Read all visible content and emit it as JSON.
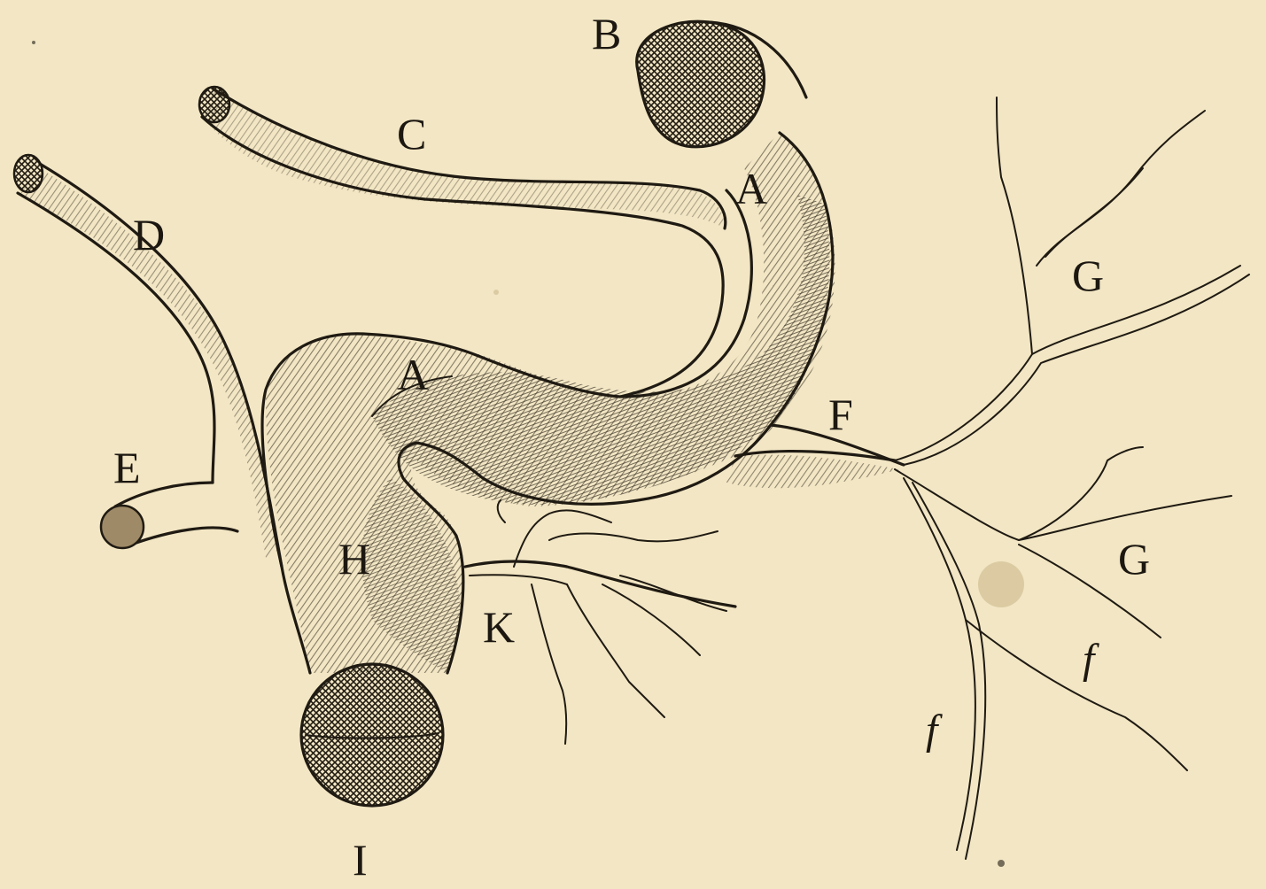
{
  "labels": {
    "A_top": "A",
    "A_mid": "A",
    "B": "B",
    "C": "C",
    "D": "D",
    "E": "E",
    "F": "F",
    "G_top": "G",
    "G_low": "G",
    "H": "H",
    "I": "I",
    "K": "K",
    "f_right": "f",
    "f_low": "f"
  },
  "colors": {
    "paper": "#f2e6c4",
    "ink": "#1f1a12"
  }
}
